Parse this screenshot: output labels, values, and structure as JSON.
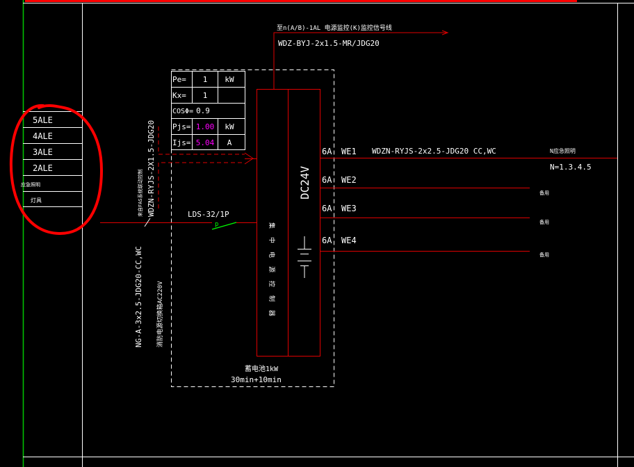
{
  "colors": {
    "background": "#000000",
    "frame_white": "#ffffff",
    "frame_green": "#00c000",
    "wire_red": "#e00000",
    "text_white": "#ffffff",
    "text_yellow": "#ffff00",
    "value_magenta": "#ff00ff",
    "switch_green": "#00ff00",
    "annotation_red": "#ff0000"
  },
  "circuit_list": [
    "5ALE",
    "4ALE",
    "3ALE",
    "2ALE",
    "应急照明",
    "灯具"
  ],
  "param_table": [
    {
      "name": "Pe=",
      "value": "1",
      "unit": "kW"
    },
    {
      "name": "Kx=",
      "value": "1",
      "unit": ""
    },
    {
      "name": "COSΦ=",
      "value": "0.9",
      "unit": ""
    },
    {
      "name": "Pjs=",
      "value": "1.00",
      "unit": "kW"
    },
    {
      "name": "Ijs=",
      "value": "5.04",
      "unit": "A"
    }
  ],
  "top_feeder": {
    "label": "至n(A/B)-1AL 电源监控(K)监控信号线",
    "cable": "WDZ-BYJ-2x1.5-MR/JDG20"
  },
  "left_vertical": {
    "cable_upper": "WDZN-RYJS-2X1.5-JDG20",
    "note_upper": "来自FAS系统联动控制",
    "cable_lower": "NG-A-3x2.5-JDG20-CC,WC",
    "note_lower": "消防电源切换箱AC220V"
  },
  "breaker_label": "LDS-32/1P",
  "module": {
    "side_text": "集中电源控制器",
    "dc_label": "DC24V",
    "battery_caption": "蓄电池1kW",
    "battery_time": "30min+10min"
  },
  "outputs": [
    {
      "rating": "6A",
      "id": "WE1",
      "cable": "WDZN-RYJS-2x2.5-JDG20 CC,WC",
      "dest": "N应急照明",
      "dest_sub": "N=1.3.4.5"
    },
    {
      "rating": "6A",
      "id": "WE2",
      "cable": "",
      "dest": "备用",
      "dest_sub": ""
    },
    {
      "rating": "6A",
      "id": "WE3",
      "cable": "",
      "dest": "备用",
      "dest_sub": ""
    },
    {
      "rating": "6A",
      "id": "WE4",
      "cable": "",
      "dest": "备用",
      "dest_sub": ""
    }
  ]
}
